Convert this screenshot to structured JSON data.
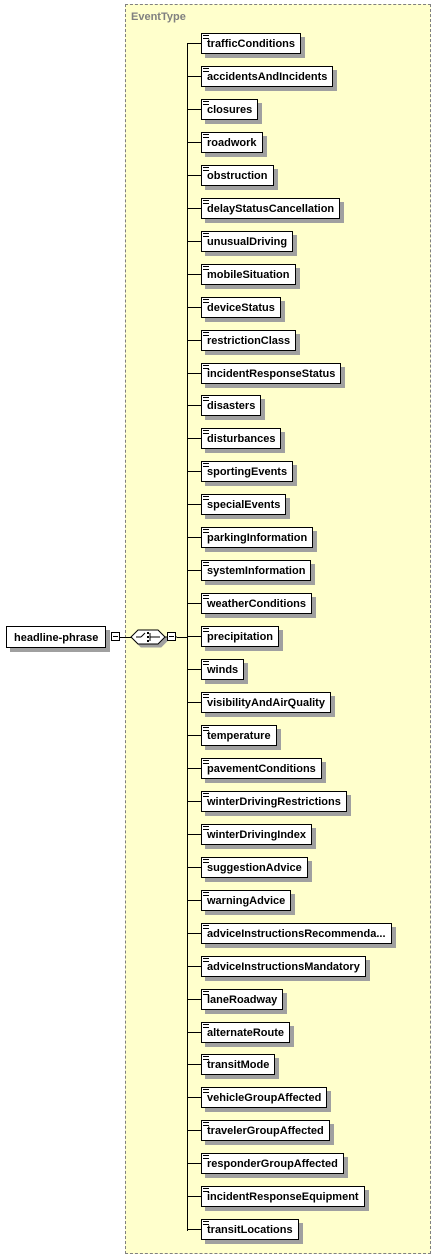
{
  "type_label": "EventType",
  "root_label": "headline-phrase",
  "children": [
    "trafficConditions",
    "accidentsAndIncidents",
    "closures",
    "roadwork",
    "obstruction",
    "delayStatusCancellation",
    "unusualDriving",
    "mobileSituation",
    "deviceStatus",
    "restrictionClass",
    "incidentResponseStatus",
    "disasters",
    "disturbances",
    "sportingEvents",
    "specialEvents",
    "parkingInformation",
    "systemInformation",
    "weatherConditions",
    "precipitation",
    "winds",
    "visibilityAndAirQuality",
    "temperature",
    "pavementConditions",
    "winterDrivingRestrictions",
    "winterDrivingIndex",
    "suggestionAdvice",
    "warningAdvice",
    "adviceInstructionsRecommenda...",
    "adviceInstructionsMandatory",
    "laneRoadway",
    "alternateRoute",
    "transitMode",
    "vehicleGroupAffected",
    "travelerGroupAffected",
    "responderGroupAffected",
    "incidentResponseEquipment",
    "transitLocations"
  ],
  "colors": {
    "group_bg": "#ffffcc",
    "border": "#000000",
    "shadow": "#a0a0a0",
    "type_label": "#808080"
  },
  "icons": {
    "compositor": "choice-compositor-icon",
    "doc": "documentation-icon",
    "toggle": "collapse-toggle-icon"
  }
}
